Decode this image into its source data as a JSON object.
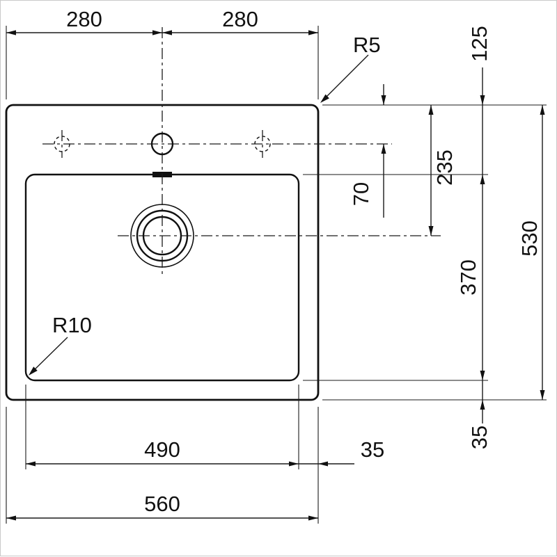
{
  "drawing": {
    "title": "sink-top-view-dimension-drawing",
    "labels": {
      "top_width_left": "280",
      "top_width_right": "280",
      "outer_corner_radius": "R5",
      "top_to_tap_centerline": "70",
      "top_to_drain_centerline": "235",
      "top_to_bowl_top": "125",
      "bowl_length": "370",
      "overall_depth": "530",
      "bowl_to_bottom_edge": "35",
      "bowl_width": "490",
      "bowl_to_side_edge": "35",
      "overall_width": "560",
      "bowl_corner_radius": "R10"
    }
  }
}
